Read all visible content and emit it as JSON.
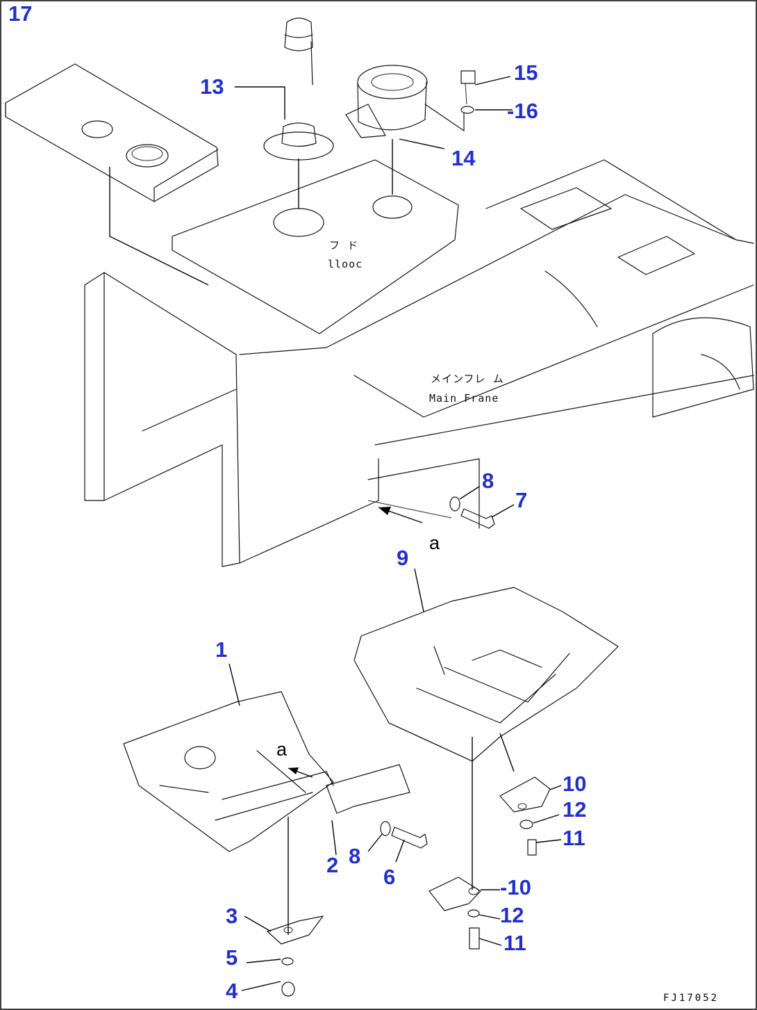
{
  "callouts": {
    "c1": "1",
    "c2": "2",
    "c3": "3",
    "c4": "4",
    "c5": "5",
    "c6": "6",
    "c7": "7",
    "c8a": "8",
    "c8b": "8",
    "c9": "9",
    "c10a": "10",
    "c10b": "-10",
    "c11a": "11",
    "c11b": "11",
    "c12a": "12",
    "c12b": "12",
    "c13": "13",
    "c14": "14",
    "c15": "15",
    "c16": "-16",
    "c17": "17"
  },
  "labels": {
    "hood_jp": "フ ド",
    "hood_en": "llooc",
    "main_frame_jp": "メインフレ ム",
    "main_frame_en": "Main Frane",
    "view_ref_top": "a",
    "view_ref_bottom": "a"
  },
  "drawing_code": "FJ17052",
  "colors": {
    "callout": "#1f2fd0",
    "line": "#111111"
  }
}
